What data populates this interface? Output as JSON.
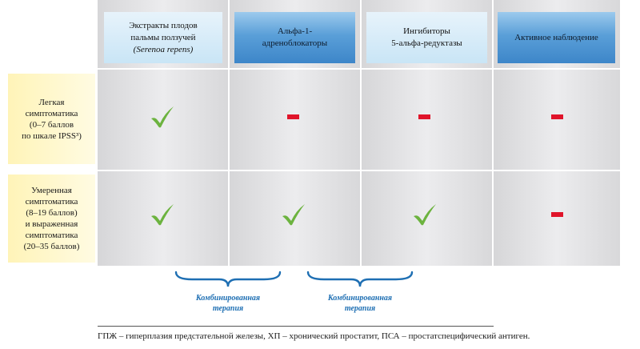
{
  "columns": [
    {
      "line1": "Экстракты плодов",
      "line2": "пальмы ползучей",
      "line3": "(Serenoa repens)"
    },
    {
      "line1": "Альфа-1-",
      "line2": "адреноблокаторы"
    },
    {
      "line1": "Ингибиторы",
      "line2": "5-альфа-редуктазы"
    },
    {
      "line1": "Активное наблюдение"
    }
  ],
  "rows": [
    {
      "lines": [
        "Легкая",
        "симптоматика",
        "(0–7 баллов",
        "по шкале IPSS³)"
      ],
      "marks": [
        "check",
        "dash",
        "dash",
        "dash"
      ]
    },
    {
      "lines": [
        "Умеренная",
        "симптоматика",
        "(8–19 баллов)",
        "и выраженная",
        "симптоматика",
        "(20–35 баллов)"
      ],
      "marks": [
        "check",
        "check",
        "check",
        "dash"
      ]
    }
  ],
  "combination": [
    {
      "line1": "Комбинированная",
      "line2": "терапия"
    },
    {
      "line1": "Комбинированная",
      "line2": "терапия"
    }
  ],
  "footnote": "ГПЖ – гиперплазия предстательной железы, ХП – хронический простатит, ПСА – простатспецифический антиген.",
  "colors": {
    "check": "#6cb33f",
    "dash": "#e0142a",
    "accent": "#1e6fb3"
  }
}
